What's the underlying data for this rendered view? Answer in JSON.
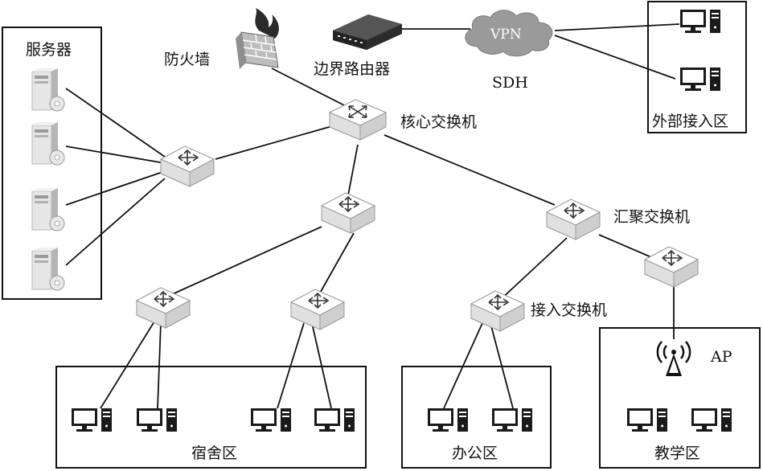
{
  "labels": {
    "servers": "服务器",
    "firewall": "防火墙",
    "border_router": "边界路由器",
    "vpn": "VPN",
    "sdh": "SDH",
    "external_access": "外部接入区",
    "core_switch": "核心交换机",
    "aggregation_switch": "汇聚交换机",
    "access_switch": "接入交换机",
    "ap": "AP",
    "dormitory": "宿舍区",
    "office": "办公区",
    "teaching": "教学区"
  }
}
